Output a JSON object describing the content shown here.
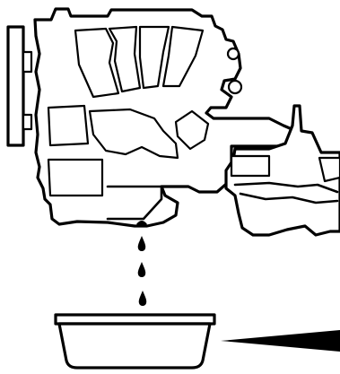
{
  "diagram": {
    "subject": "engine-oil-drain",
    "colors": {
      "ink": "#000000",
      "paper": "#ffffff"
    },
    "drops_falling": 3,
    "elements": [
      "engine-block",
      "flywheel-plate",
      "intake-manifold",
      "transmission",
      "oil-pan",
      "drain-plug",
      "oil-drop",
      "drain-pan",
      "pointer-wedge"
    ]
  }
}
